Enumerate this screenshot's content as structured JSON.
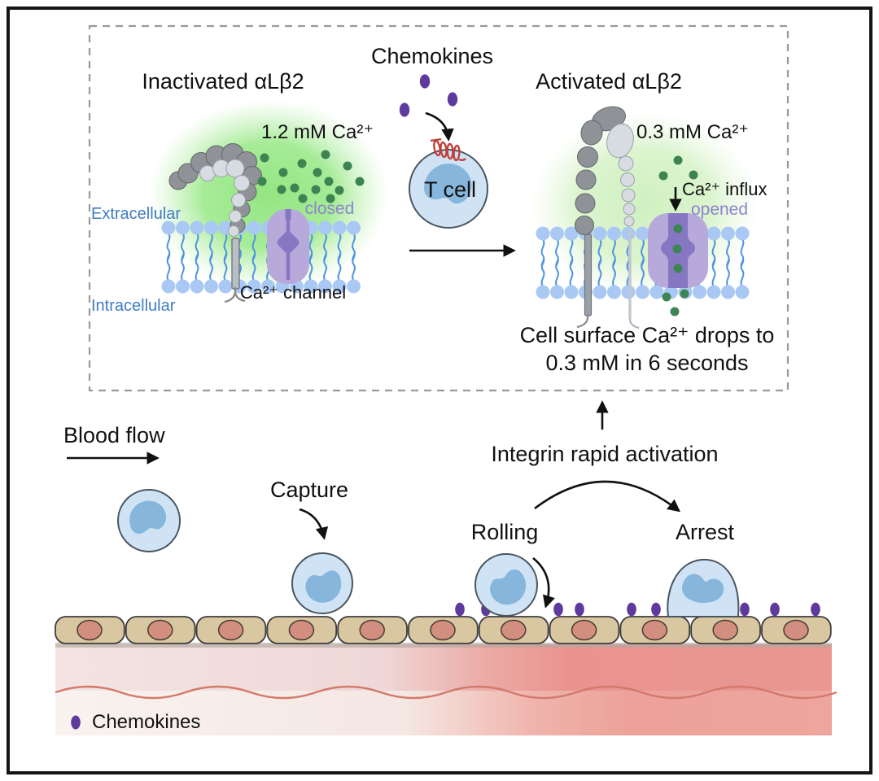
{
  "figure": {
    "top_panel": {
      "inactivated_title": "Inactivated αLβ2",
      "activated_title": "Activated αLβ2",
      "chemokines_label": "Chemokines",
      "t_cell_label": "T cell",
      "ca_high_label": "1.2 mM Ca²⁺",
      "ca_low_label": "0.3 mM Ca²⁺",
      "ca_influx_label": "Ca²⁺ influx",
      "ca_channel_label": "Ca²⁺ channel",
      "channel_closed_label": "closed",
      "channel_opened_label": "opened",
      "extracellular_label": "Extracellular",
      "intracellular_label": "Intracellular",
      "drop_caption_line1": "Cell surface Ca²⁺ drops to",
      "drop_caption_line2": "0.3 mM in 6 seconds"
    },
    "bottom_panel": {
      "blood_flow_label": "Blood flow",
      "capture_label": "Capture",
      "rolling_label": "Rolling",
      "arrest_label": "Arrest",
      "integrin_activation_label": "Integrin rapid activation",
      "chemokines_legend_label": "Chemokines"
    },
    "colors": {
      "calcium_green": "#3e8453",
      "chemokine_purple": "#5f3a9e",
      "channel_purple": "#b7a9da",
      "channel_pore_purple": "#8677c2",
      "membrane_blue": "#a9c9f4",
      "label_blue": "#3f7dc4",
      "label_purple": "#8f84cd",
      "endothelium_tan": "#d8c7a0",
      "inflamed_red": "#e99390",
      "t_cell_blue": "#cfe3f4",
      "gpcr_red": "#c1403a"
    }
  }
}
